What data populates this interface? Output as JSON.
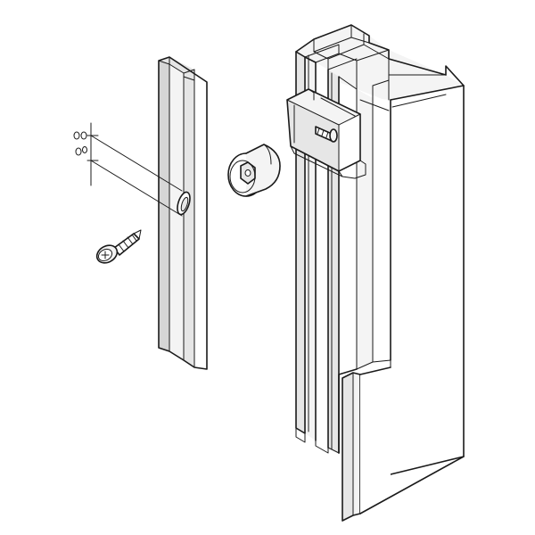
{
  "diagram": {
    "type": "exploded-assembly-line-drawing",
    "parts": [
      {
        "id": "vertical-clip-profile",
        "icon": "profile-strip"
      },
      {
        "id": "drill-hole-marker",
        "icon": "dimension-marks"
      },
      {
        "id": "screw",
        "icon": "screw-icon"
      },
      {
        "id": "hex-bushing",
        "icon": "hex-socket-bushing"
      },
      {
        "id": "corner-clamp",
        "icon": "clamp-bracket"
      },
      {
        "id": "main-column-profile",
        "icon": "aluminium-profile"
      },
      {
        "id": "cover-plate",
        "icon": "cover-panel"
      }
    ],
    "colors": {
      "line": "#1a1a1a",
      "face_light": "#f4f4f4",
      "face_mid": "#e6e6e6",
      "face_dark": "#d6d6d6",
      "background": "#ffffff"
    }
  }
}
